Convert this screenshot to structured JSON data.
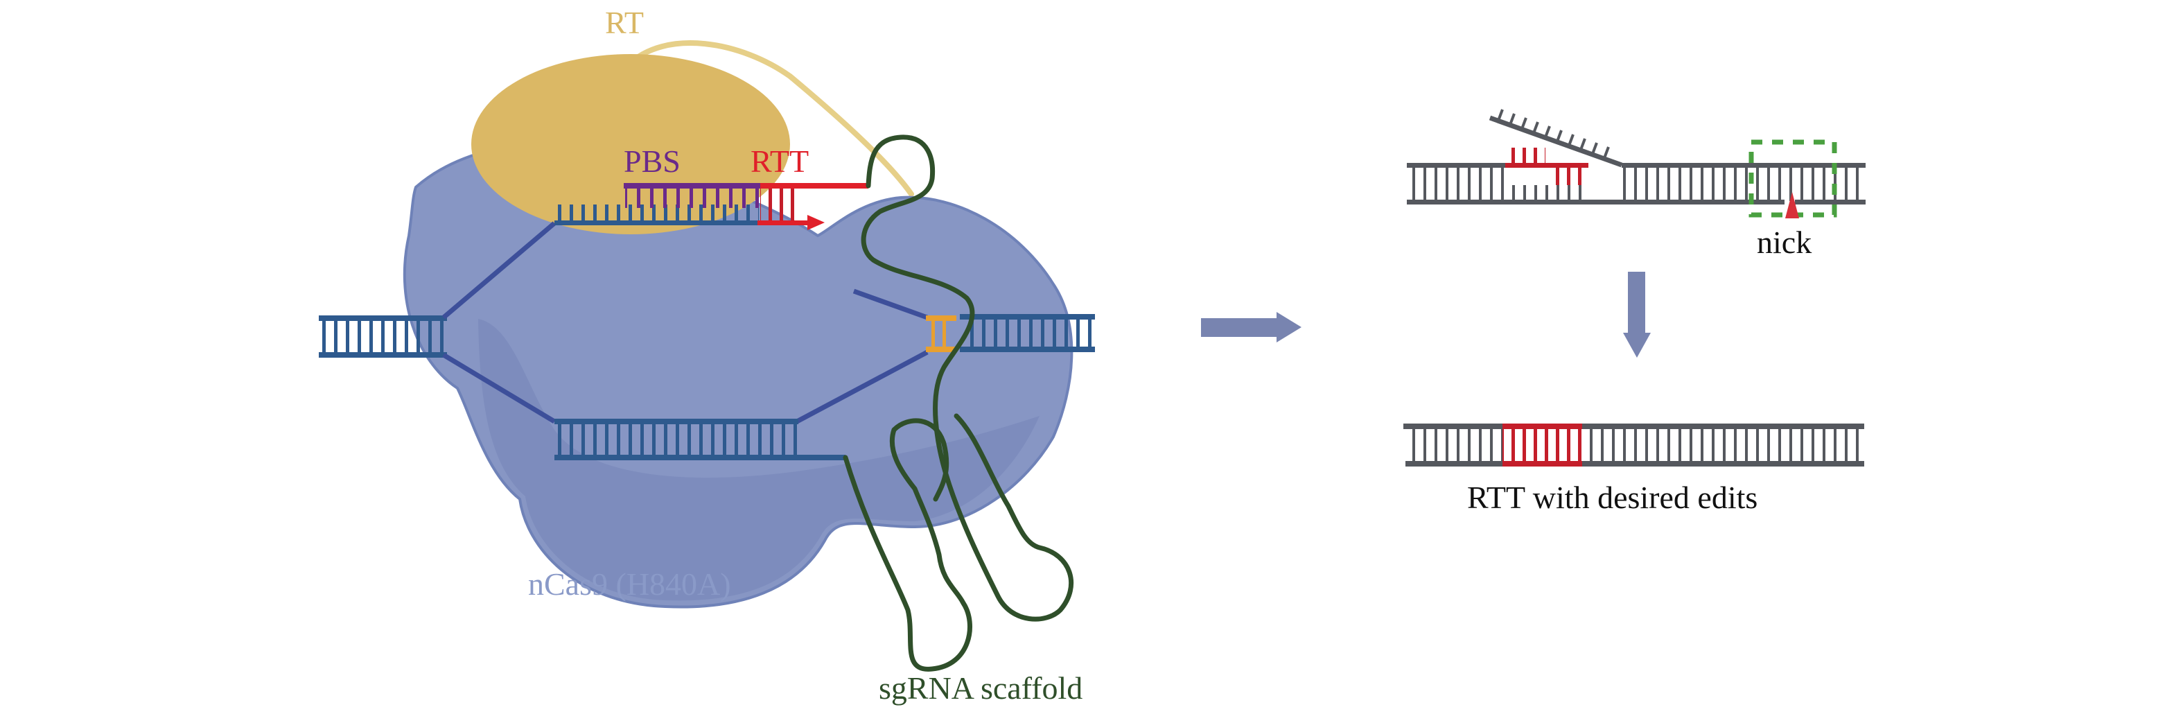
{
  "figure": {
    "left_panel": {
      "labels": {
        "rt": "RT",
        "pbs": "PBS",
        "rtt": "RTT",
        "cas9": "nCas9 (H840A)",
        "sgrna": "sgRNA scaffold"
      }
    },
    "right_panel": {
      "labels": {
        "nick": "nick",
        "result": "RTT with desired edits"
      }
    },
    "arrows": [
      "arrow-right",
      "arrow-down"
    ],
    "colors": {
      "cas9_body": "#8796c4",
      "cas9_shade": "#7585b8",
      "cas9_label": "#8a9ac8",
      "rt_body": "#dbb865",
      "rt_label": "#d9b765",
      "dna_blue": "#2e5a8e",
      "dna_gray": "#55585e",
      "pbs_purple": "#6a2a8a",
      "rtt_red": "#e0202a",
      "edit_red": "#c41e2a",
      "sgrna_green": "#2f4f2a",
      "pam_orange": "#e8a030",
      "nick_box_green": "#4aa040",
      "arrow_fill": "#7884b0",
      "text_dark": "#111111"
    }
  }
}
